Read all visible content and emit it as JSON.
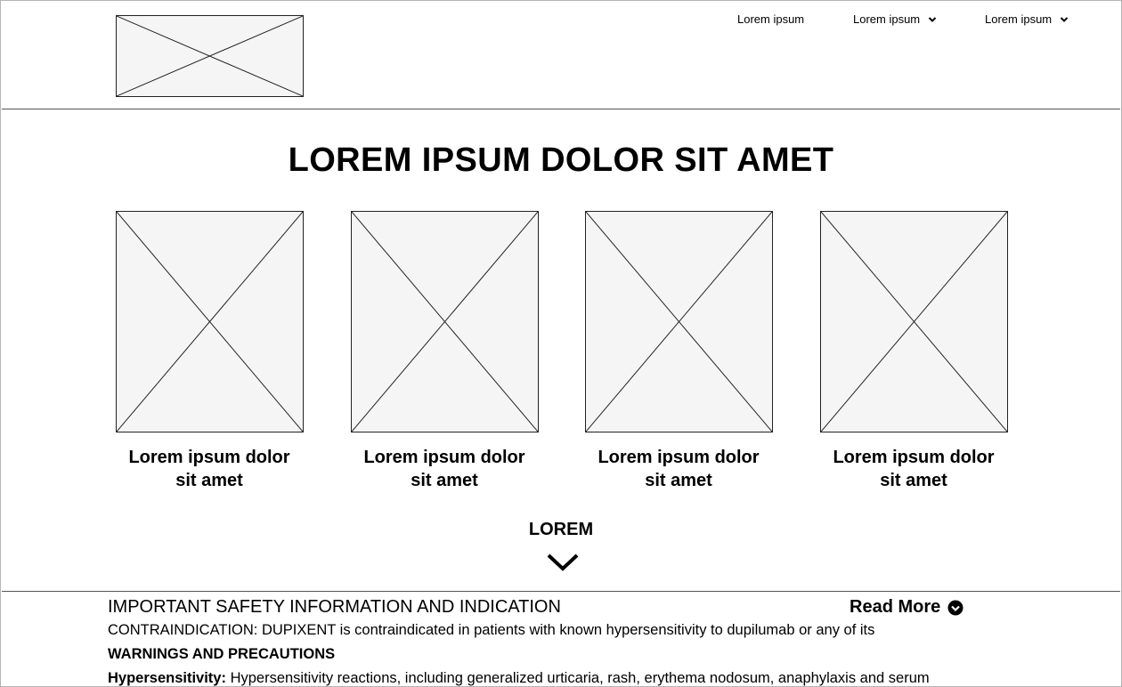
{
  "nav": {
    "items": [
      {
        "label": "Lorem ipsum",
        "dropdown": false
      },
      {
        "label": "Lorem ipsum",
        "dropdown": true
      },
      {
        "label": "Lorem ipsum",
        "dropdown": true
      }
    ]
  },
  "hero": {
    "title": "LOREM IPSUM DOLOR SIT AMET"
  },
  "cards": [
    {
      "line1": "Lorem ipsum dolor",
      "line2": "sit amet"
    },
    {
      "line1": "Lorem ipsum dolor",
      "line2": "sit amet"
    },
    {
      "line1": "Lorem ipsum dolor",
      "line2": "sit amet"
    },
    {
      "line1": "Lorem ipsum dolor",
      "line2": "sit amet"
    }
  ],
  "more": {
    "label": "LOREM"
  },
  "isi": {
    "title": "IMPORTANT SAFETY INFORMATION AND INDICATION",
    "read_more": "Read More",
    "contraindication": "CONTRAINDICATION: DUPIXENT is contraindicated in patients with known hypersensitivity to dupilumab or any of its",
    "warnings_heading": "WARNINGS AND PRECAUTIONS",
    "hypersensitivity_label": "Hypersensitivity:",
    "hypersensitivity_text": "Hypersensitivity reactions, including generalized urticaria, rash, erythema nodosum, anaphylaxis and serum"
  },
  "colors": {
    "placeholder_fill": "#f5f5f5",
    "line": "#222222",
    "text": "#000000"
  }
}
